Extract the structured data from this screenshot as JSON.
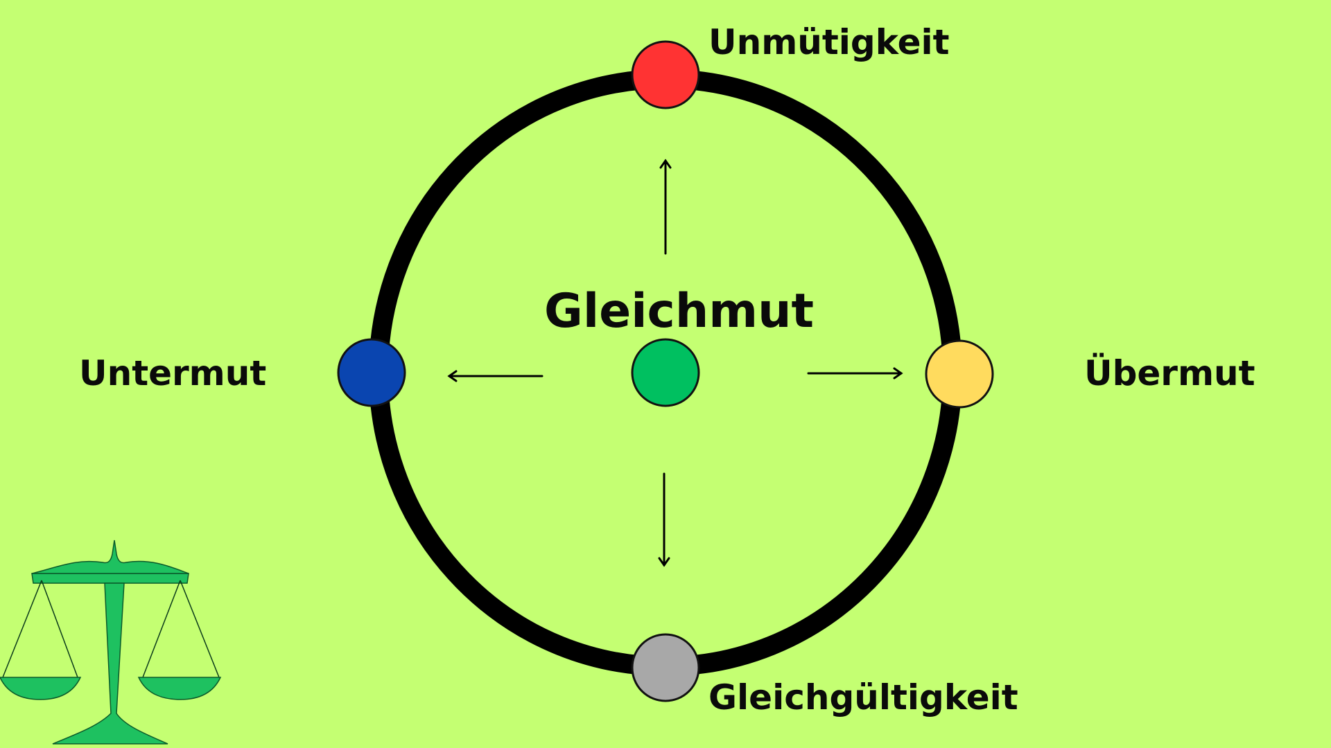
{
  "colors": {
    "background": "#c4ff72",
    "ring": "#000000",
    "top_node": "#ff3333",
    "left_node": "#0a45b0",
    "right_node": "#ffdb5e",
    "bottom_node": "#a8a8a8",
    "center_node": "#00c060",
    "scale_icon": "#1ec160"
  },
  "labels": {
    "center": "Gleichmut",
    "top": "Unmütigkeit",
    "left": "Untermut",
    "right": "Übermut",
    "bottom": "Gleichgültigkeit"
  },
  "icons": {
    "scale": "balance-scale-icon"
  }
}
